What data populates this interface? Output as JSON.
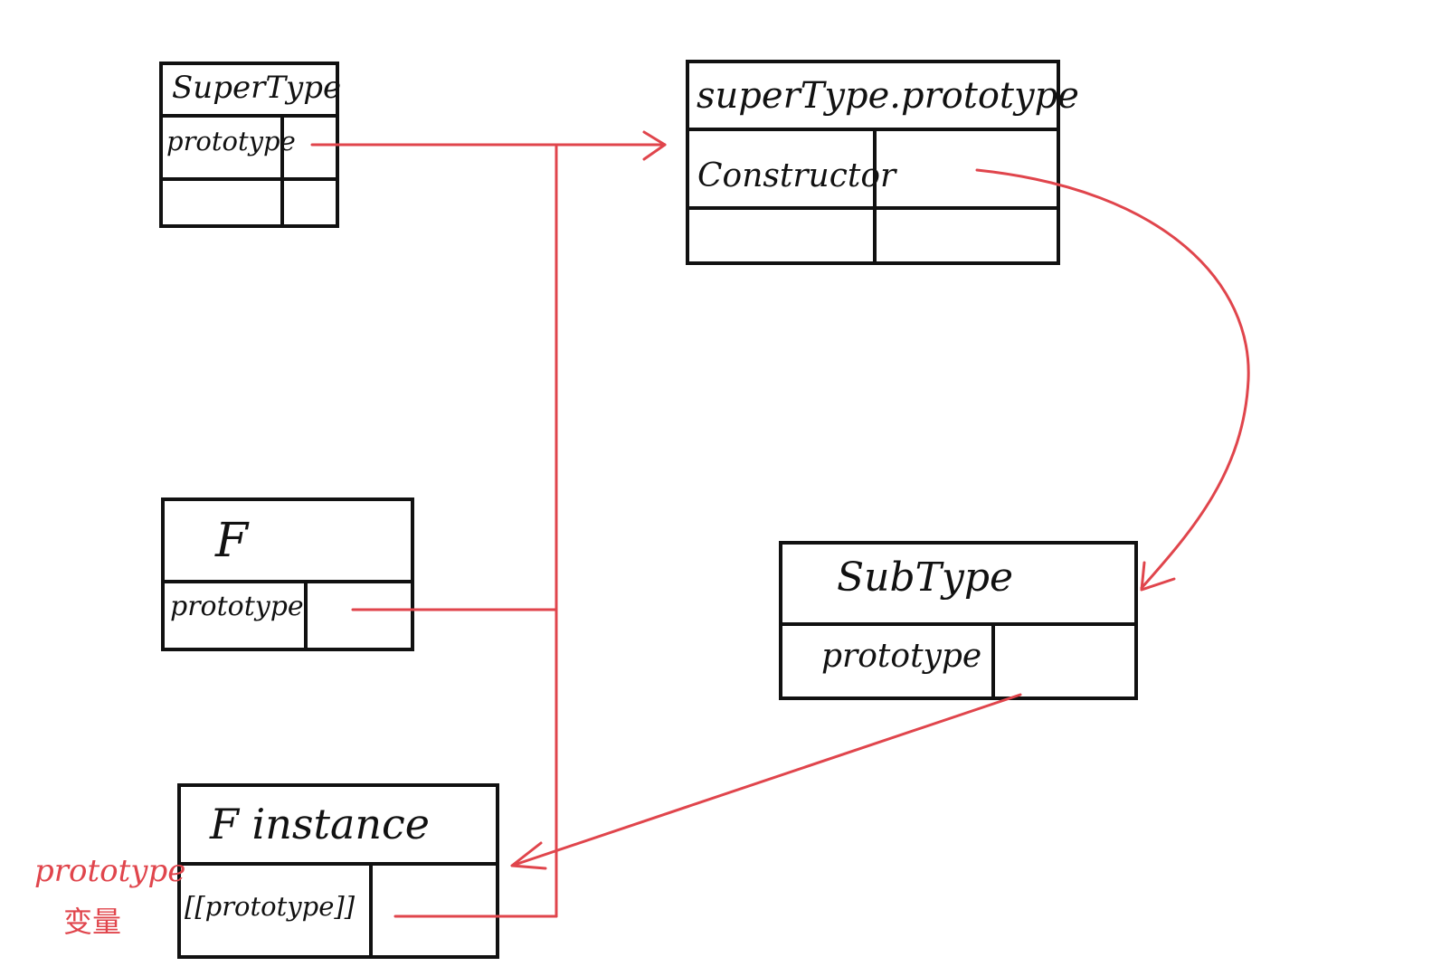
{
  "boxes": {
    "supertype": {
      "title": "SuperType",
      "row1": "prototype"
    },
    "supertype_prototype": {
      "title": "superType.prototype",
      "row1": "Constructor"
    },
    "f": {
      "title": "F",
      "row1": "prototype"
    },
    "subtype": {
      "title": "SubType",
      "row1": "prototype"
    },
    "f_instance": {
      "title": "F instance",
      "row1": "[[prototype]]"
    }
  },
  "annotation": {
    "line1": "prototype",
    "line2": "变量"
  },
  "colors": {
    "ink": "#111111",
    "arrow": "#e0454c"
  }
}
